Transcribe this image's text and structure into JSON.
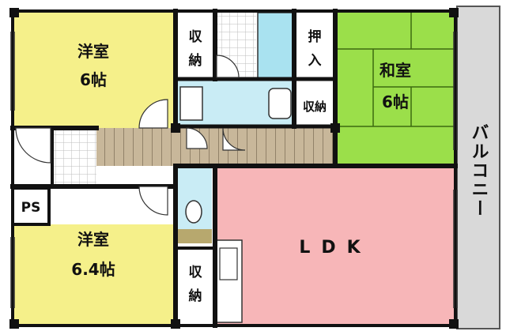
{
  "rooms": {
    "western1": {
      "name": "洋室",
      "size": "6帖"
    },
    "western2": {
      "name": "洋室",
      "size": "6.4帖"
    },
    "japanese": {
      "name": "和室",
      "size": "6帖"
    },
    "ldk": {
      "name": "LDK"
    },
    "closet_top": {
      "line1": "収",
      "line2": "納"
    },
    "closet_mid": {
      "label": "収納"
    },
    "closet_bottom": {
      "line1": "収",
      "line2": "納"
    },
    "oshiire": {
      "line1": "押",
      "line2": "入"
    },
    "ps": {
      "label": "PS"
    },
    "balcony": {
      "label": "バルコニー"
    }
  },
  "colors": {
    "western_room": "#f5f08a",
    "japanese_room": "#9bdf4a",
    "ldk": "#f7b6b8",
    "wet_area": "#c9ecf5",
    "bath": "#a9e2f0",
    "corridor": "#c8b79a",
    "balcony": "#d9d9d9",
    "wall": "#111111"
  }
}
